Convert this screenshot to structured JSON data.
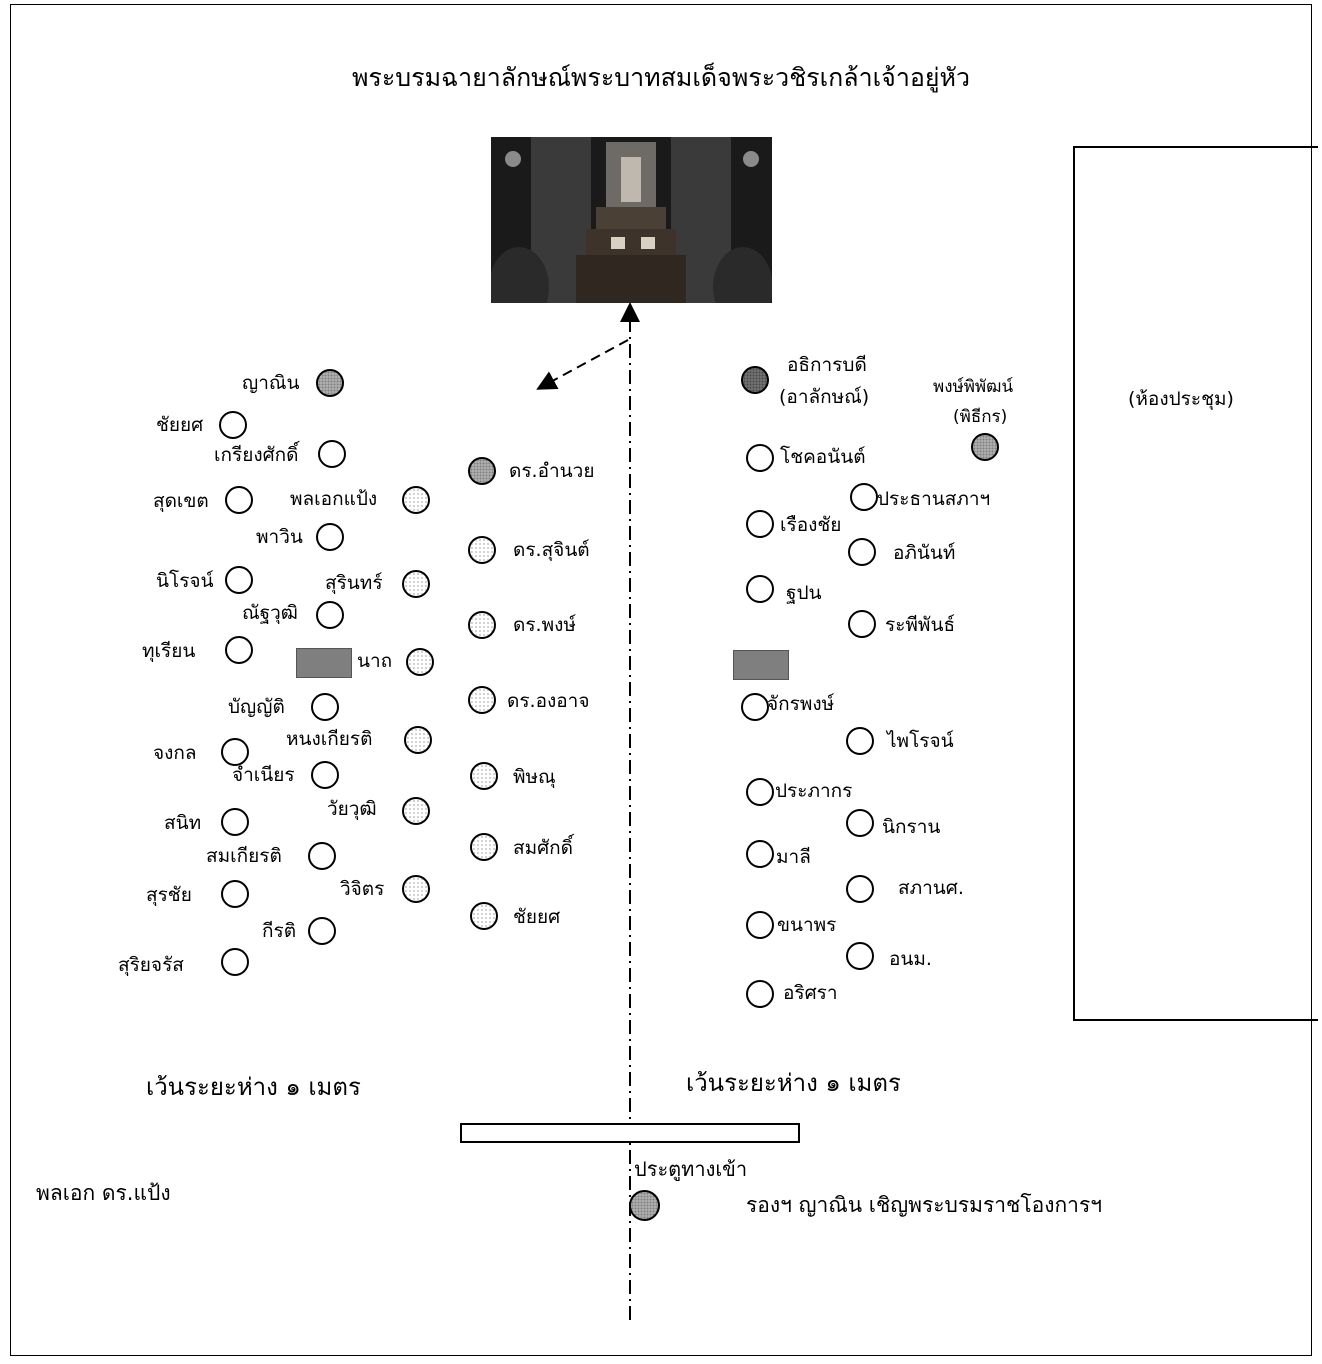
{
  "title": "พระบรมฉายาลักษณ์พระบาทสมเด็จพระวชิรเกล้าเจ้าอยู่หัว",
  "room_label": "(ห้องประชุม)",
  "entrance_label": "ประตูทางเข้า",
  "spacing_left": "เว้นระยะห่าง ๑ เมตร",
  "spacing_right": "เว้นระยะห่าง ๑ เมตร",
  "bottom_left_note": "พลเอก ดร.แป้ง",
  "bottom_right_note": "รองฯ ญาณิน  เชิญพระบรมราชโองการฯ",
  "left_group": {
    "names": [
      "ญาณิน",
      "ชัยยศ",
      "เกรียงศักดิ์",
      "สุดเขต",
      "พลเอกแป้ง",
      "พาวิน",
      "นิโรจน์",
      "สุรินทร์",
      "ณัฐวุฒิ",
      "ทุเรียน",
      "นาถ",
      "บัญญัติ",
      "จงกล",
      "หนงเกียรติ",
      "จำเนียร",
      "วัยวุฒิ",
      "สนิท",
      "สมเกียรติ",
      "สุรชัย",
      "วิจิตร",
      "กีรติ",
      "สุริยจรัส"
    ]
  },
  "middle_group": {
    "names": [
      "ดร.อำนวย",
      "ดร.สุจินต์",
      "ดร.พงษ์",
      "ดร.องอาจ",
      "พิษณุ",
      "สมศักดิ์",
      "ชัยยศ"
    ]
  },
  "right_group": {
    "names": [
      "อธิการบดี",
      "(อาลักษณ์)",
      "พงษ์พิพัฒน์",
      "(พิธีกร)",
      "โชคอนันต์",
      "ประธานสภาฯ",
      "เรืองชัย",
      "อภินันท์",
      "ฐปน",
      "ระพีพันธ์",
      "จักรพงษ์",
      "ไพโรจน์",
      "ประภากร",
      "นิกราน",
      "มาลี",
      "สภานศ.",
      "ขนาพร",
      "อนม.",
      "อริศรา"
    ]
  },
  "icons": [
    "portrait-photo",
    "seat-circle",
    "arrow-icon",
    "dash-dot-centerline"
  ]
}
